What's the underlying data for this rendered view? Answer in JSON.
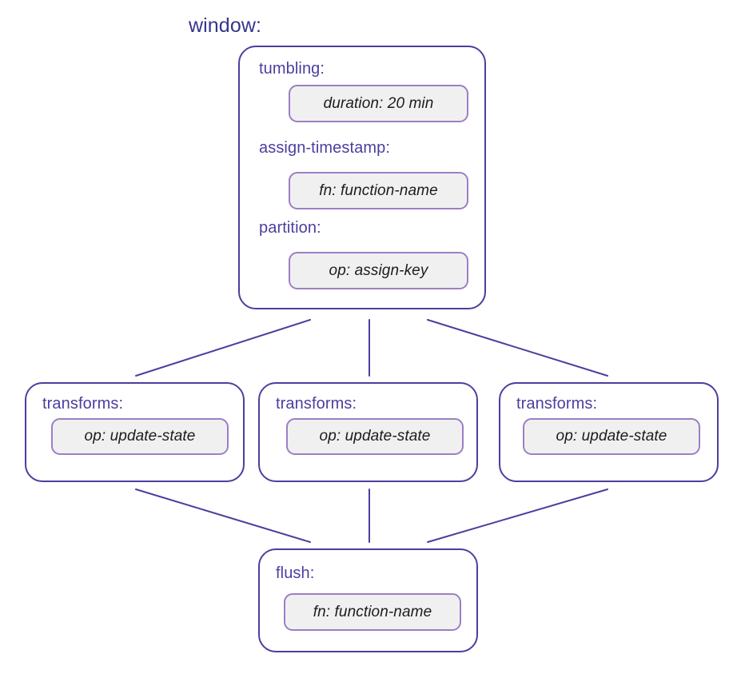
{
  "diagram": {
    "type": "flow-tree",
    "root_title": "window:",
    "colors": {
      "node_border": "#4a3f9e",
      "node_fill": "#ffffff",
      "chip_border": "#9b7fc4",
      "chip_fill": "#f1f0f1",
      "label_text": "#4a3f9f",
      "title_text": "#35358c",
      "chip_text": "#1c1c1c",
      "edge": "#4a3f9e",
      "background": "#ffffff"
    },
    "nodes": {
      "window": {
        "name": "window",
        "fields": [
          {
            "label": "tumbling:",
            "value": "duration: 20 min"
          },
          {
            "label": "assign-timestamp:",
            "value": "fn: function-name"
          },
          {
            "label": "partition:",
            "value": "op: assign-key"
          }
        ]
      },
      "transforms_left": {
        "label": "transforms:",
        "value": "op: update-state"
      },
      "transforms_center": {
        "label": "transforms:",
        "value": "op: update-state"
      },
      "transforms_right": {
        "label": "transforms:",
        "value": "op: update-state"
      },
      "flush": {
        "label": "flush:",
        "value": "fn: function-name"
      }
    },
    "edges": [
      {
        "from": "window",
        "to": "transforms_left"
      },
      {
        "from": "window",
        "to": "transforms_center"
      },
      {
        "from": "window",
        "to": "transforms_right"
      },
      {
        "from": "transforms_left",
        "to": "flush"
      },
      {
        "from": "transforms_center",
        "to": "flush"
      },
      {
        "from": "transforms_right",
        "to": "flush"
      }
    ]
  }
}
